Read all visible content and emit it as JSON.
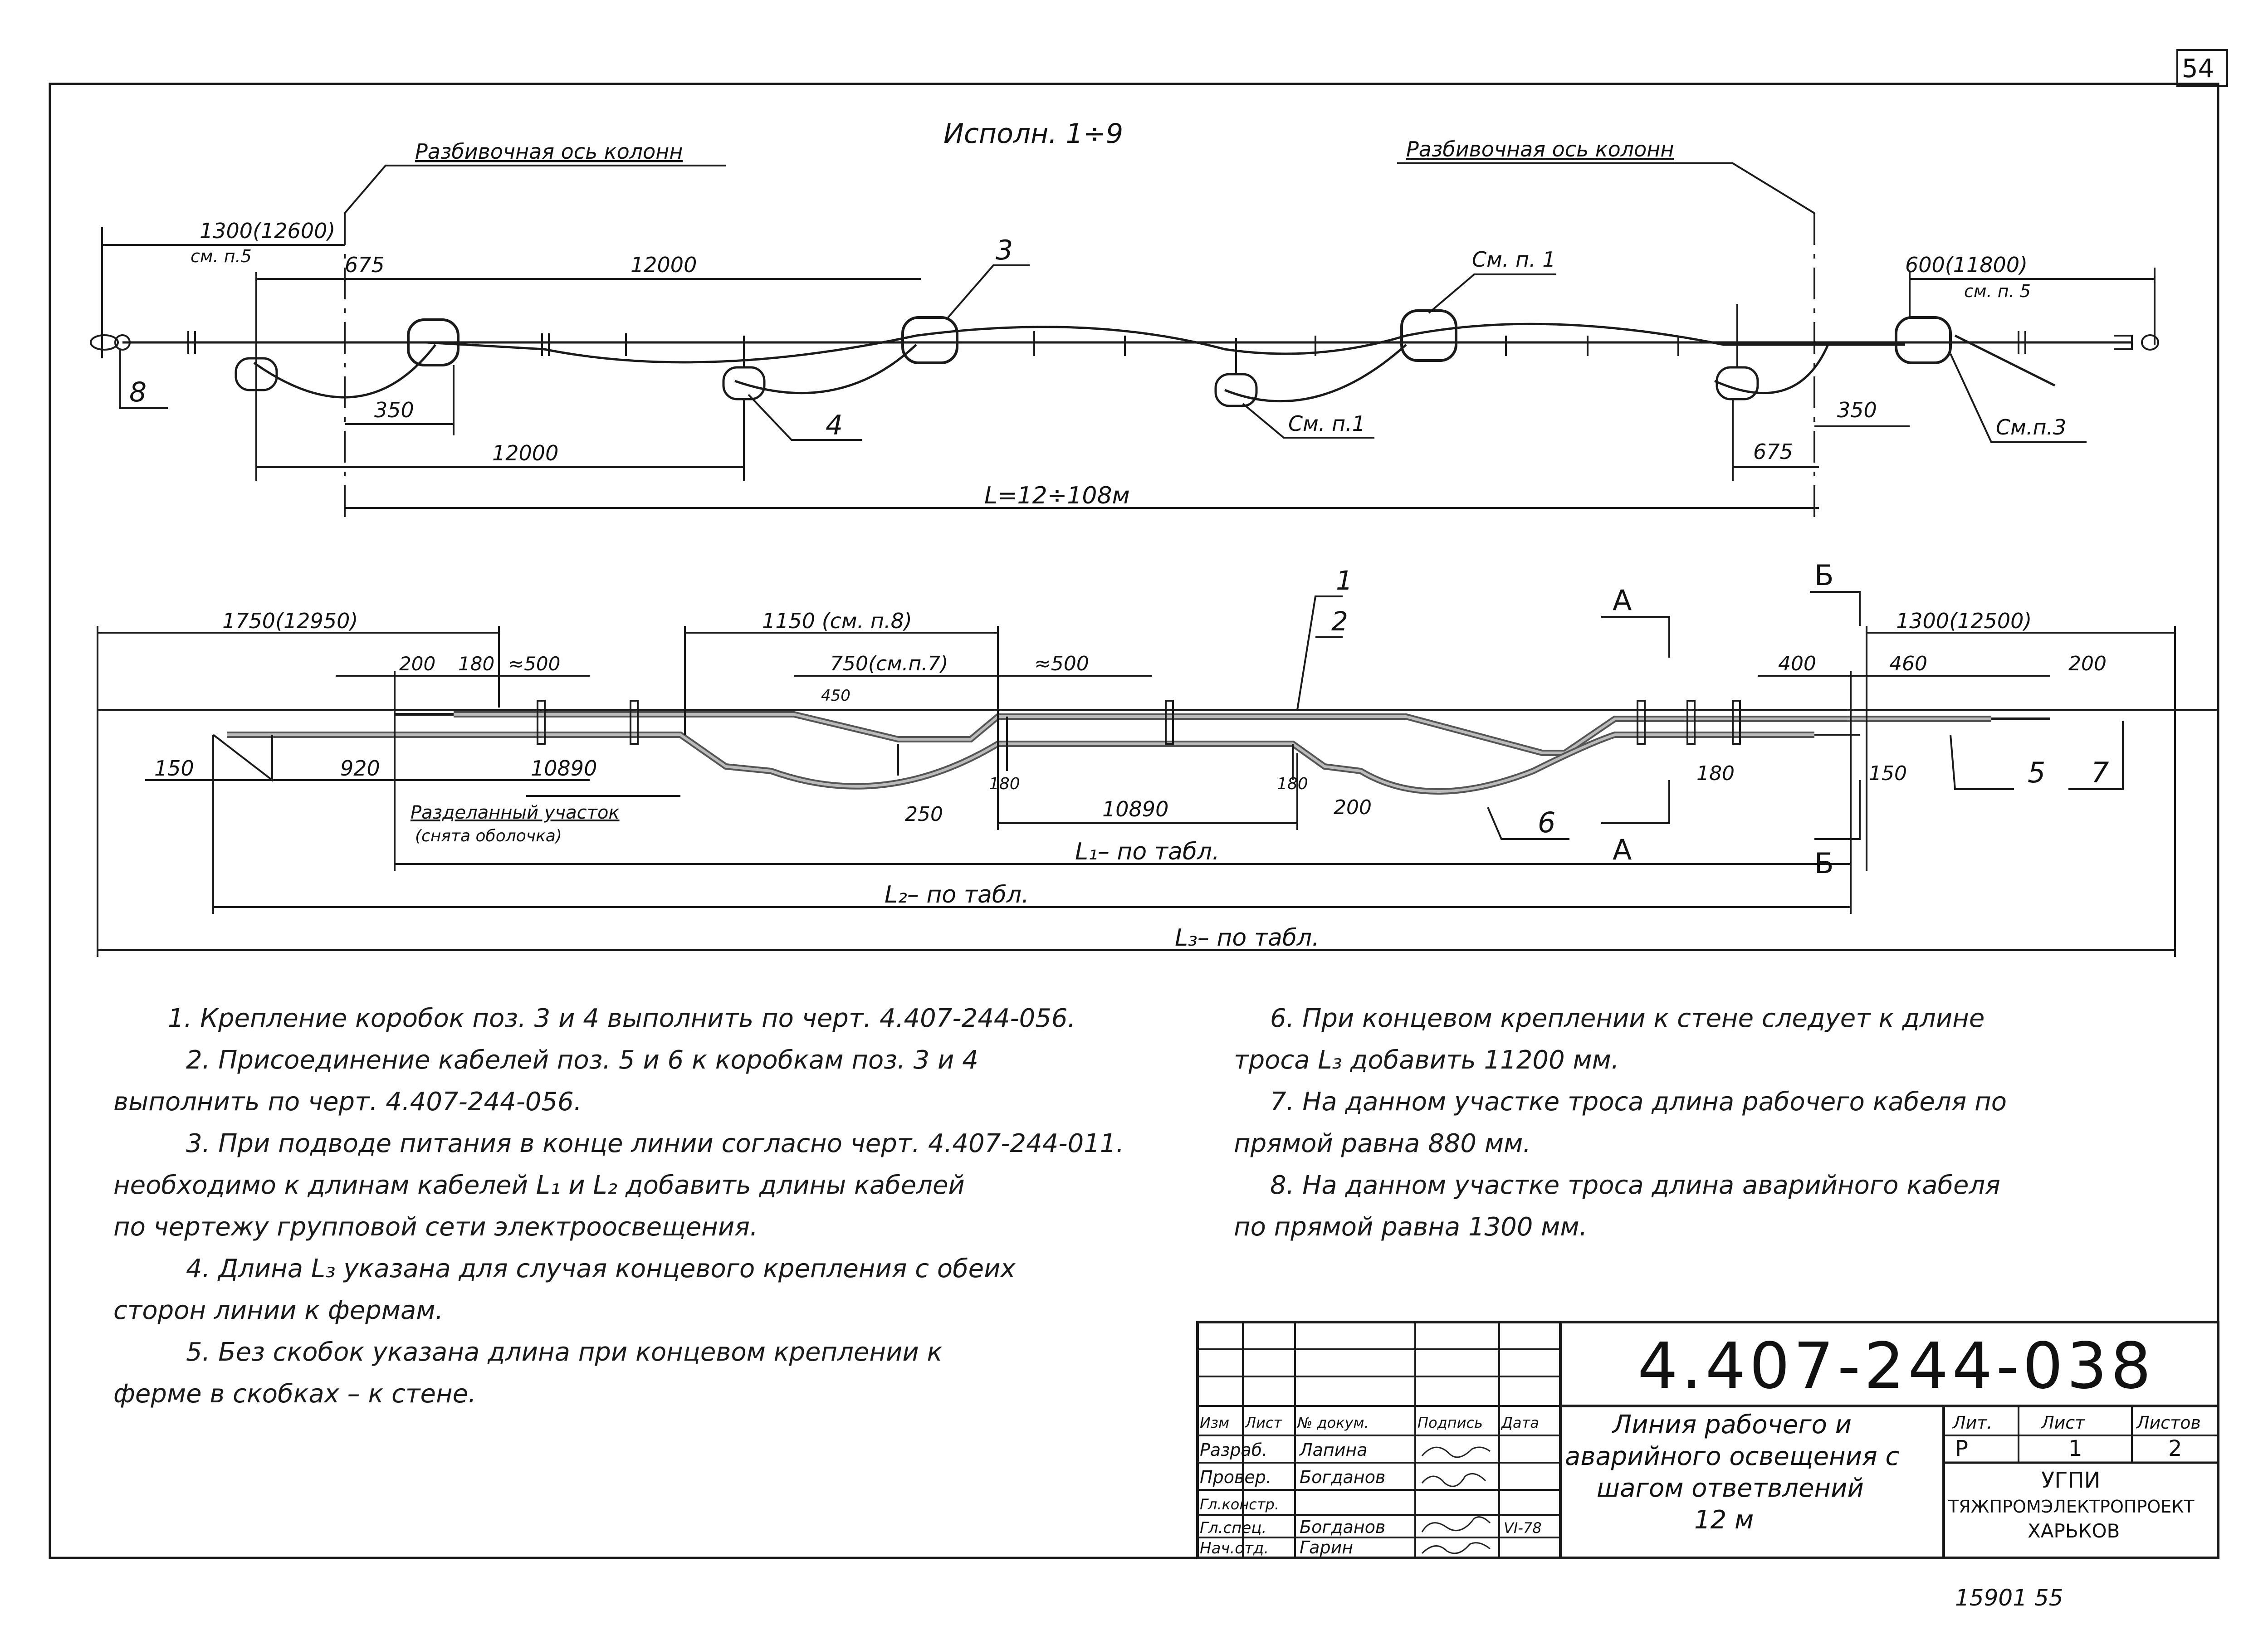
{
  "sheet_number": "54",
  "top_view": {
    "variant": "Исполн. 1÷9",
    "axis_left": "Разбивочная ось колонн",
    "axis_right": "Разбивочная ось колонн",
    "dim_1300": "1300(12600)",
    "dim_1300_note": "см. п.5",
    "dim_675_left": "675",
    "dim_12000_top": "12000",
    "dim_600": "600(11800)",
    "dim_600_note": "см. п. 5",
    "dim_350_left": "350",
    "dim_12000_bottom": "12000",
    "dim_350_right": "350",
    "dim_675_right": "675",
    "dim_L": "L=12÷108м",
    "pos_3": "3",
    "pos_4": "4",
    "pos_8": "8",
    "ref_sm1_top": "См. п. 1",
    "ref_sm1_bottom": "См. п.1",
    "ref_sm3": "См.п.3"
  },
  "bottom_view": {
    "dim_1750": "1750(12950)",
    "dim_1150": "1150 (см. п.8)",
    "dim_1300": "1300(12500)",
    "dim_200_a": "200",
    "dim_180_a": "180",
    "dim_500_a": "≈500",
    "dim_750": "750(см.п.7)",
    "dim_500_b": "≈500",
    "dim_450": "450",
    "dim_400": "400",
    "dim_460": "460",
    "dim_200_b": "200",
    "dim_150_left": "150",
    "dim_920": "920",
    "dim_10890_a": "10890",
    "dim_250": "250",
    "dim_180_b": "180",
    "dim_10890_b": "10890",
    "dim_180_c": "180",
    "dim_200_c": "200",
    "dim_180_d": "180",
    "dim_150_right": "150",
    "cut_label": "Разделанный участок",
    "cut_note": "(снята оболочка)",
    "L1": "L₁– по табл.",
    "L2": "L₂– по табл.",
    "L3": "L₃– по табл.",
    "pos_1": "1",
    "pos_2": "2",
    "pos_5": "5",
    "pos_6": "6",
    "pos_7": "7",
    "sec_A": "А",
    "sec_B": "Б"
  },
  "notes_left": [
    "1. Крепление коробок поз. 3 и 4 выполнить по черт. 4.407-244-056.",
    "2. Присоединение кабелей поз. 5 и 6 к коробкам поз. 3 и 4",
    "выполнить по черт. 4.407-244-056.",
    "3. При подводе питания в конце линии согласно черт. 4.407-244-011.",
    "необходимо к длинам кабелей L₁ и L₂ добавить длины кабелей",
    "по чертежу групповой сети электроосвещения.",
    "4. Длина L₃ указана для случая концевого крепления с обеих",
    "сторон линии к фермам.",
    "5. Без скобок указана длина при концевом креплении к",
    "ферме в скобках – к стене."
  ],
  "notes_right": [
    "6. При концевом креплении к стене следует к длине",
    "троса L₃ добавить 11200 мм.",
    "7. На данном участке троса длина рабочего кабеля по",
    "прямой равна 880 мм.",
    "8. На данном участке троса длина аварийного кабеля",
    "по прямой равна 1300 мм."
  ],
  "title_block": {
    "doc_number": "4.407-244-038",
    "head_izm": "Изм",
    "head_list": "Лист",
    "head_ndoc": "№ докум.",
    "head_sign": "Подпись",
    "head_date": "Дата",
    "role_1": "Разраб.",
    "name_1": "Лапина",
    "role_2": "Провер.",
    "name_2": "Богданов",
    "role_3": "Гл.констр.",
    "name_3": "",
    "role_4": "Гл.спец.",
    "name_4": "Богданов",
    "date_4": "VI-78",
    "role_5": "Нач.отд.",
    "name_5": "Гарин",
    "title_1": "Линия рабочего и",
    "title_2": "аварийного освещения с",
    "title_3": "шагом ответвлений",
    "title_4": "12 м",
    "lit_head": "Лит.",
    "sheet_head": "Лист",
    "sheets_head": "Листов",
    "lit_val": "Р",
    "sheet_val": "1",
    "sheets_val": "2",
    "org_1": "УГПИ",
    "org_2": "ТЯЖПРОМЭЛЕКТРОПРОЕКТ",
    "org_3": "ХАРЬКОВ"
  },
  "footer_code": "15901 55"
}
